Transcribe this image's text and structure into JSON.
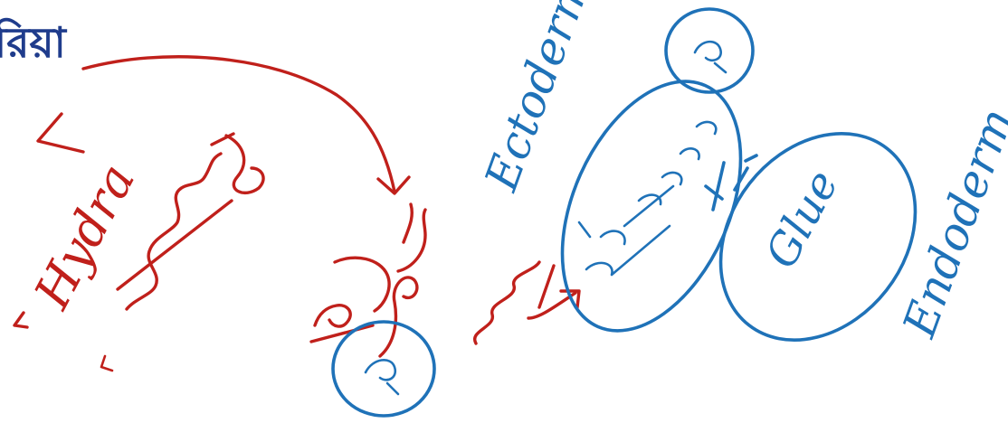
{
  "heading": {
    "text": "রিয়া",
    "color": "#1f3c8c"
  },
  "ink_colors": {
    "red": "#c0201b",
    "blue": "#1f72b8"
  },
  "labels": {
    "hydra": "Hydra",
    "ectoderm": "Ectoderm",
    "endoderm": "Endoderm",
    "glue": "Glue"
  }
}
